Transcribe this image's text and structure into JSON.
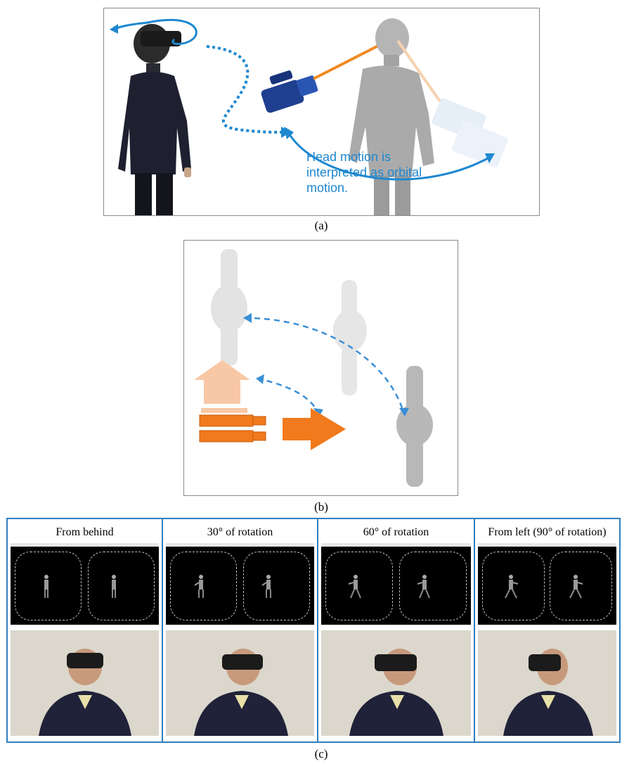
{
  "panel_a": {
    "caption": "(a)",
    "annotation_lines": [
      "Head motion is",
      "interpreted as orbital",
      "motion."
    ],
    "colors": {
      "arrow_blue": "#1e88d0",
      "orange_line": "#f08a24",
      "camera_blue": "#1f3f8f",
      "figure_gray": "#a9a9a9"
    }
  },
  "panel_b": {
    "caption": "(b)",
    "colors": {
      "dashed_blue": "#3a8fd6",
      "orange": "#f07a1c",
      "light_orange": "#f8c8a6"
    }
  },
  "panel_c": {
    "caption": "(c)",
    "columns": [
      {
        "title": "From behind"
      },
      {
        "title": "30°  of rotation"
      },
      {
        "title": "60°  of rotation"
      },
      {
        "title": "From left (90°  of rotation)"
      }
    ],
    "colors": {
      "frame_blue": "#2f7fbf"
    }
  }
}
